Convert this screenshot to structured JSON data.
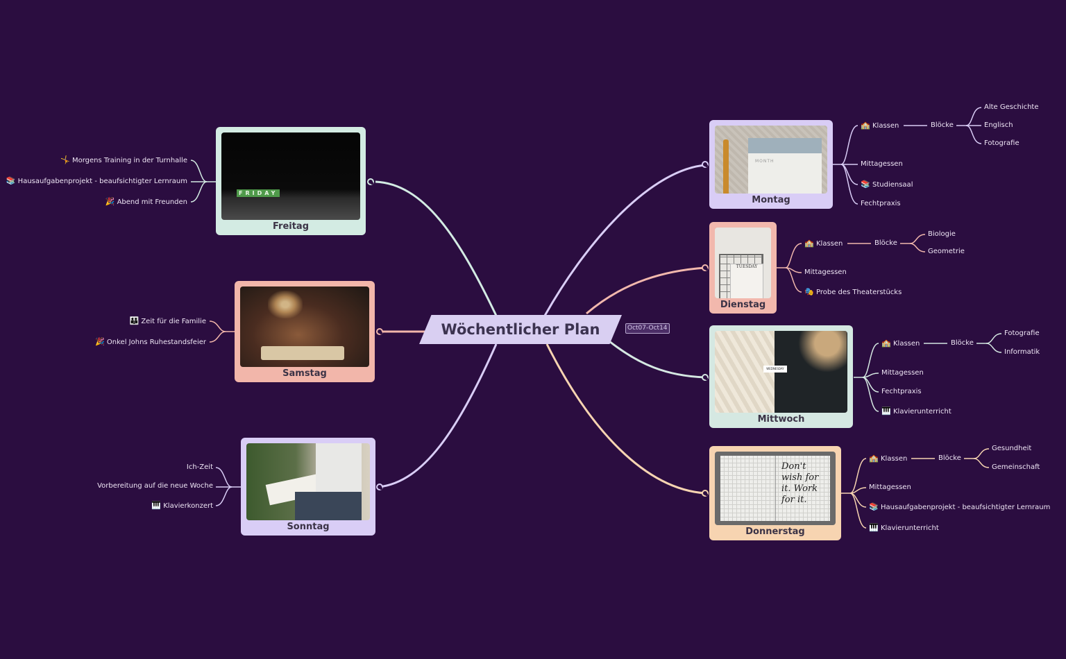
{
  "title": "Wöchentlicher Plan",
  "date_badge": "Oct07-Oct14",
  "colors": {
    "background": "#2b0d40",
    "montag": "#d9cdf6",
    "dienstag": "#f2b8ad",
    "mittwoch": "#d5e8e2",
    "donnerstag": "#f7d4b1",
    "freitag": "#d3ebe3",
    "samstag": "#f2b6aa",
    "sonntag": "#d9cdf6"
  },
  "days": {
    "montag": {
      "name": "Montag",
      "classes": {
        "icon": "school-icon",
        "label": "Klassen",
        "blocks": "Blöcke",
        "subjects": [
          "Alte Geschichte",
          "Englisch",
          "Fotografie"
        ]
      },
      "items": [
        {
          "icon": "",
          "label": "Mittagessen"
        },
        {
          "icon": "books-icon",
          "label": "Studiensaal"
        },
        {
          "icon": "",
          "label": "Fechtpraxis"
        }
      ]
    },
    "dienstag": {
      "name": "Dienstag",
      "photo_text": "TUESDAY",
      "classes": {
        "icon": "school-icon",
        "label": "Klassen",
        "blocks": "Blöcke",
        "subjects": [
          "Biologie",
          "Geometrie"
        ]
      },
      "items": [
        {
          "icon": "",
          "label": "Mittagessen"
        },
        {
          "icon": "theater-masks-icon",
          "label": "Probe des Theaterstücks"
        }
      ]
    },
    "mittwoch": {
      "name": "Mittwoch",
      "photo_text": "WEDNESDAY",
      "classes": {
        "icon": "school-icon",
        "label": "Klassen",
        "blocks": "Blöcke",
        "subjects": [
          "Fotografie",
          "Informatik"
        ]
      },
      "items": [
        {
          "icon": "",
          "label": "Mittagessen"
        },
        {
          "icon": "",
          "label": "Fechtpraxis"
        },
        {
          "icon": "piano-icon",
          "label": "Klavierunterricht"
        }
      ]
    },
    "donnerstag": {
      "name": "Donnerstag",
      "photo_text": "Don't wish for it. Work for it.",
      "classes": {
        "icon": "school-icon",
        "label": "Klassen",
        "blocks": "Blöcke",
        "subjects": [
          "Gesundheit",
          "Gemeinschaft"
        ]
      },
      "items": [
        {
          "icon": "",
          "label": "Mittagessen"
        },
        {
          "icon": "books-icon",
          "label": "Hausaufgabenprojekt - beaufsichtigter Lernraum"
        },
        {
          "icon": "piano-icon",
          "label": "Klavierunterricht"
        }
      ]
    },
    "freitag": {
      "name": "Freitag",
      "photo_text": "FRIDAY",
      "items": [
        {
          "icon": "gymnast-icon",
          "label": "Morgens Training in der Turnhalle"
        },
        {
          "icon": "books-icon",
          "label": "Hausaufgabenprojekt - beaufsichtigter Lernraum"
        },
        {
          "icon": "party-popper-icon",
          "label": "Abend mit Freunden"
        }
      ]
    },
    "samstag": {
      "name": "Samstag",
      "items": [
        {
          "icon": "family-icon",
          "label": "Zeit für die Familie"
        },
        {
          "icon": "party-popper-icon",
          "label": "Onkel Johns Ruhestandsfeier"
        }
      ]
    },
    "sonntag": {
      "name": "Sonntag",
      "items": [
        {
          "icon": "",
          "label": "Ich-Zeit"
        },
        {
          "icon": "",
          "label": "Vorbereitung auf die neue Woche"
        },
        {
          "icon": "piano-icon",
          "label": "Klavierkonzert"
        }
      ]
    }
  }
}
